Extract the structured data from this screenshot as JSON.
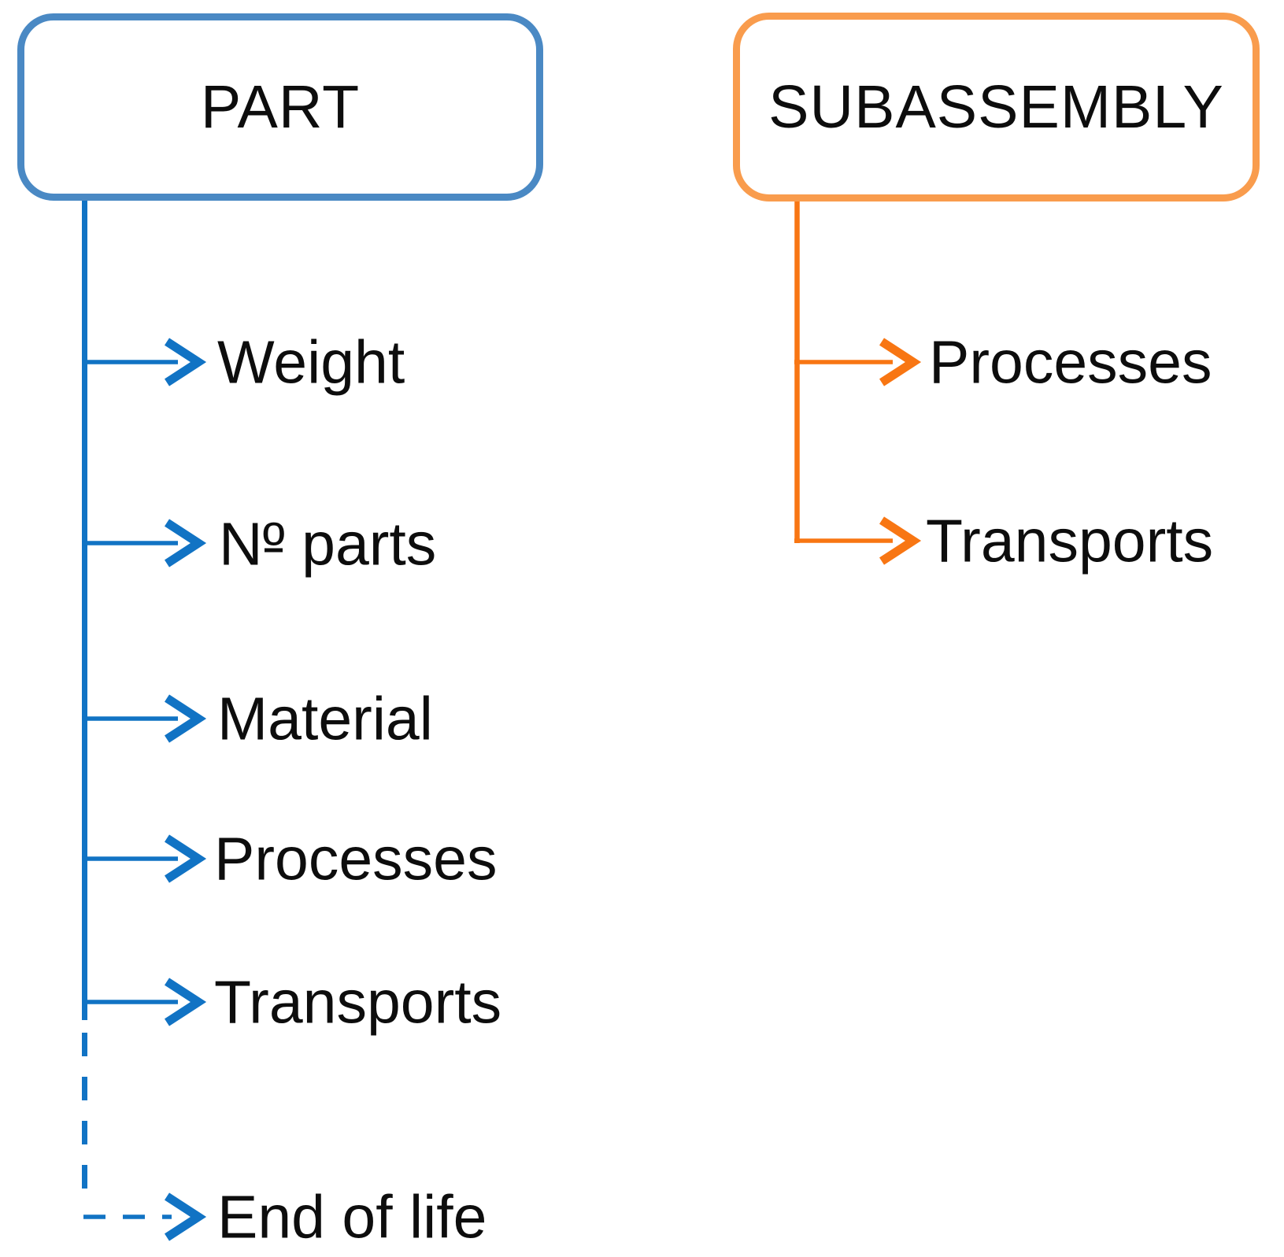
{
  "colors": {
    "blue-box": "#4A89C4",
    "blue-line": "#1173C4",
    "orange-box": "#F99C4D",
    "orange-line": "#F87613",
    "text": "#0D0D0D"
  },
  "part": {
    "title": "PART",
    "children": [
      {
        "label": "Weight",
        "link": "solid"
      },
      {
        "label_prefix": "N",
        "label_ordinal": "º",
        "label_suffix": " parts",
        "link": "solid"
      },
      {
        "label": "Material",
        "link": "solid"
      },
      {
        "label": "Processes",
        "link": "solid"
      },
      {
        "label": "Transports",
        "link": "solid"
      },
      {
        "label": "End of life",
        "link": "dashed"
      }
    ]
  },
  "subassembly": {
    "title": "SUBASSEMBLY",
    "children": [
      {
        "label": "Processes",
        "link": "solid"
      },
      {
        "label": "Transports",
        "link": "solid"
      }
    ]
  }
}
